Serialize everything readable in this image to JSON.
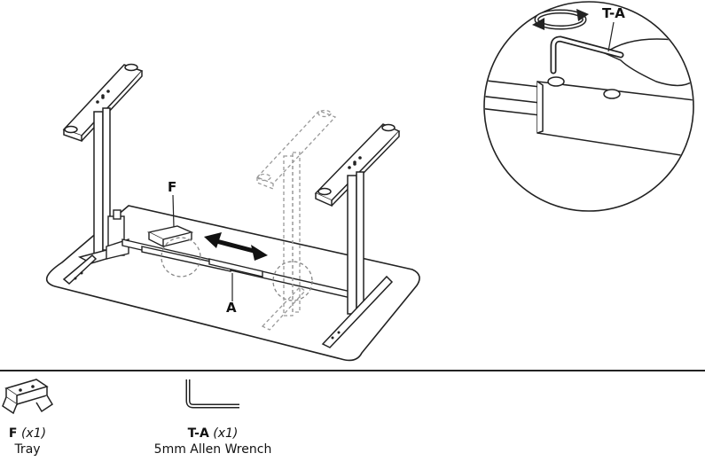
{
  "callouts": {
    "tray": "F",
    "crossbar": "A",
    "wrench": "T-A"
  },
  "parts": [
    {
      "code": "F",
      "qty": "(x1)",
      "name": "Tray",
      "icon": "tray-icon"
    },
    {
      "code": "T-A",
      "qty": "(x1)",
      "name": "5mm Allen Wrench",
      "icon": "allen-wrench-icon"
    }
  ],
  "colors": {
    "line": "#1a1a1a",
    "dashed": "#9a9a9a"
  }
}
